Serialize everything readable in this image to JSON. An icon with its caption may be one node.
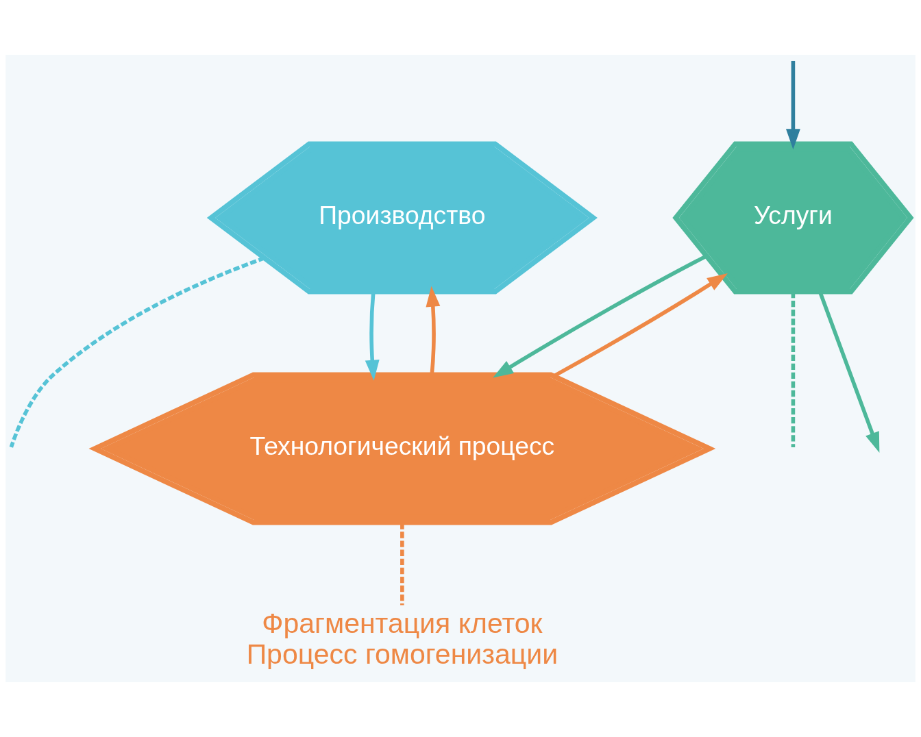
{
  "diagram": {
    "nodes": [
      {
        "text": [
          "Производство"
        ]
      },
      {
        "text": [
          "Услуги"
        ]
      },
      {
        "text": [
          "Технологический процесс"
        ]
      },
      {
        "text": [
          "Фрагментация клеток",
          "Процесс гомогенизации"
        ]
      }
    ],
    "edges": [
      {
        "from": 0,
        "to": 2,
        "arrow": "to",
        "color": "#56c3d6"
      },
      {
        "from": 0,
        "to": null,
        "arrow": "none",
        "style": "dashed",
        "color": "#56c3d6"
      },
      {
        "from": 1,
        "to": 2,
        "arrow": "to",
        "color": "#4db89a"
      },
      {
        "from": 1,
        "to": null,
        "arrow": "none",
        "style": "dashed",
        "color": "#4db89a"
      },
      {
        "from": 1,
        "to": null,
        "arrow": "to",
        "color": "#4db89a"
      },
      {
        "from": 2,
        "to": 0,
        "arrow": "to",
        "color": "#ee8845"
      },
      {
        "from": 2,
        "to": 1,
        "arrow": "to",
        "color": "#ee8845"
      },
      {
        "from": 2,
        "to": 3,
        "arrow": "none",
        "style": "dashed",
        "color": "#ee8845"
      },
      {
        "from": null,
        "to": 1,
        "arrow": "to",
        "color": "#2f7f9e"
      }
    ]
  }
}
